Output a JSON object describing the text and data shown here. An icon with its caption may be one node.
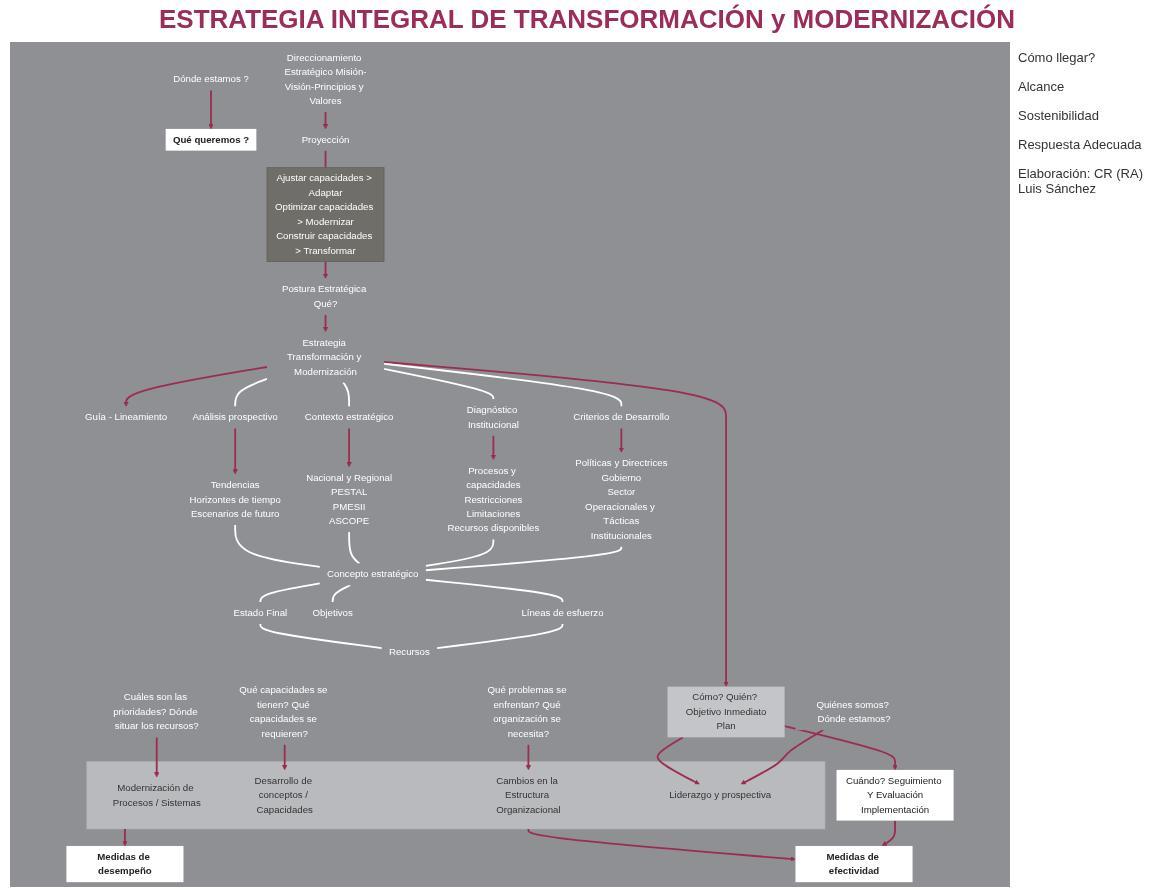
{
  "diagram": {
    "title": "ESTRATEGIA INTEGRAL DE TRANSFORMACIÓN y MODERNIZACIÓN",
    "nodes": [
      {
        "text": [
          "Dónde estamos ?"
        ]
      },
      {
        "text": [
          "Qué queremos ?"
        ]
      },
      {
        "text": [
          "Direccionamiento Estratégico Misión-Visión-Principios y Valores"
        ]
      },
      {
        "text": [
          "Proyección"
        ]
      },
      {
        "text": [
          "Ajustar capacidades > Adaptar",
          "Optimizar capacidades > Modernizar",
          "Construir capacidades > Transformar"
        ]
      },
      {
        "text": [
          "Postura Estratégica Qué?"
        ]
      },
      {
        "text": [
          "Estrategia Transformación y Modernización"
        ]
      },
      {
        "text": [
          "Guía - Lineamiento"
        ]
      },
      {
        "text": [
          "Cómo? Quién? Objetivo Inmediato",
          "Plan"
        ]
      },
      {
        "text": [
          "Cuándo? Seguimiento Y Evaluación",
          "Implementación"
        ]
      },
      {
        "text": [
          "Criterios de Desarrollo"
        ]
      },
      {
        "text": [
          "Diagnóstico Institucional"
        ]
      },
      {
        "text": [
          "Contexto estratégico"
        ]
      },
      {
        "text": [
          "Análisis prospectivo"
        ]
      },
      {
        "text": [
          "Políticas y Directrices",
          "Gobierno",
          "Sector",
          "Operacionales y Tácticas",
          "Institucionales"
        ]
      },
      {
        "text": [
          "Procesos y capacidades",
          "Restricciones",
          "Limitaciones",
          "Recursos disponibles"
        ]
      },
      {
        "text": [
          "Nacional y Regional",
          "PESTAL",
          "PMESII",
          "ASCOPE"
        ]
      },
      {
        "text": [
          "Tendencias",
          "Horizontes de tiempo",
          "Escenarios de futuro"
        ]
      },
      {
        "text": [
          "Concepto estratégico"
        ]
      },
      {
        "text": [
          "Líneas de esfuerzo"
        ]
      },
      {
        "text": [
          "Objetivos"
        ]
      },
      {
        "text": [
          "Estado Final"
        ]
      },
      {
        "text": [
          "Recursos"
        ]
      },
      {
        "text": [
          "Cuáles son las prioridades? Dónde situar los recursos?"
        ]
      },
      {
        "text": [
          "Qué capacidades se tienen? Qué capacidades se requieren?"
        ]
      },
      {
        "text": [
          "Qué problemas se enfrentan? Qué organización se necesita?"
        ]
      },
      {
        "text": [
          "Quiénes somos? Dónde estamos?"
        ]
      },
      {
        "text": [],
        "shape": "box"
      },
      {
        "text": [
          "Modernización de Procesos / Sistemas"
        ],
        "in": 27
      },
      {
        "text": [
          "Desarrollo de conceptos / Capacidades"
        ],
        "in": 27
      },
      {
        "text": [
          "Cambios en la Estructura Organizacional"
        ],
        "in": 27
      },
      {
        "text": [
          "Liderazgo y prospectiva"
        ],
        "in": 27
      },
      {
        "text": [
          "Medidas de desempeño"
        ]
      },
      {
        "text": [
          "Medidas de efectividad"
        ]
      }
    ],
    "edges": [
      {
        "from": 0,
        "to": 1,
        "arrow": "to"
      },
      {
        "from": 2,
        "to": 3,
        "arrow": "to"
      },
      {
        "from": 3,
        "to": 4,
        "arrow": "none"
      },
      {
        "from": 4,
        "to": 5,
        "arrow": "to"
      },
      {
        "from": 5,
        "to": 6,
        "arrow": "to"
      },
      {
        "from": 6,
        "to": 7,
        "arrow": "to"
      },
      {
        "from": 6,
        "to": 8,
        "arrow": "to"
      },
      {
        "from": 8,
        "to": 9,
        "arrow": "to"
      },
      {
        "from": 6,
        "to": 10,
        "arrow": "none",
        "color": "#ffffff"
      },
      {
        "from": 6,
        "to": 11,
        "arrow": "none",
        "color": "#ffffff"
      },
      {
        "from": 6,
        "to": 12,
        "arrow": "none",
        "color": "#ffffff"
      },
      {
        "from": 6,
        "to": 13,
        "arrow": "none",
        "color": "#ffffff"
      },
      {
        "from": 10,
        "to": 14,
        "arrow": "to"
      },
      {
        "from": 11,
        "to": 15,
        "arrow": "to"
      },
      {
        "from": 12,
        "to": 16,
        "arrow": "to"
      },
      {
        "from": 13,
        "to": 17,
        "arrow": "to"
      },
      {
        "from": 14,
        "to": 18,
        "arrow": "none",
        "color": "#ffffff"
      },
      {
        "from": 15,
        "to": 18,
        "arrow": "none",
        "color": "#ffffff"
      },
      {
        "from": 16,
        "to": 18,
        "arrow": "none",
        "color": "#ffffff"
      },
      {
        "from": 17,
        "to": 18,
        "arrow": "none",
        "color": "#ffffff"
      },
      {
        "from": 18,
        "to": 19,
        "arrow": "none",
        "color": "#ffffff"
      },
      {
        "from": 18,
        "to": 20,
        "arrow": "none",
        "color": "#ffffff"
      },
      {
        "from": 18,
        "to": 21,
        "arrow": "none",
        "color": "#ffffff"
      },
      {
        "from": 19,
        "to": 22,
        "arrow": "none",
        "color": "#ffffff"
      },
      {
        "from": 21,
        "to": 22,
        "arrow": "none",
        "color": "#ffffff"
      },
      {
        "from": 23,
        "to": 28,
        "arrow": "to"
      },
      {
        "from": 24,
        "to": 29,
        "arrow": "to"
      },
      {
        "from": 25,
        "to": 30,
        "arrow": "to"
      },
      {
        "from": 26,
        "to": 31,
        "arrow": "to"
      },
      {
        "from": 8,
        "to": 31,
        "arrow": "to"
      },
      {
        "from": 27,
        "to": 32,
        "arrow": "to"
      },
      {
        "from": 27,
        "to": 33,
        "arrow": "to"
      },
      {
        "from": 9,
        "to": 33,
        "arrow": "to"
      }
    ],
    "labels": [
      "Cómo llegar?",
      "Alcance",
      "Sostenibilidad",
      "Respuesta Adecuada",
      "Elaboración: CR (RA) Luis Sánchez"
    ]
  }
}
